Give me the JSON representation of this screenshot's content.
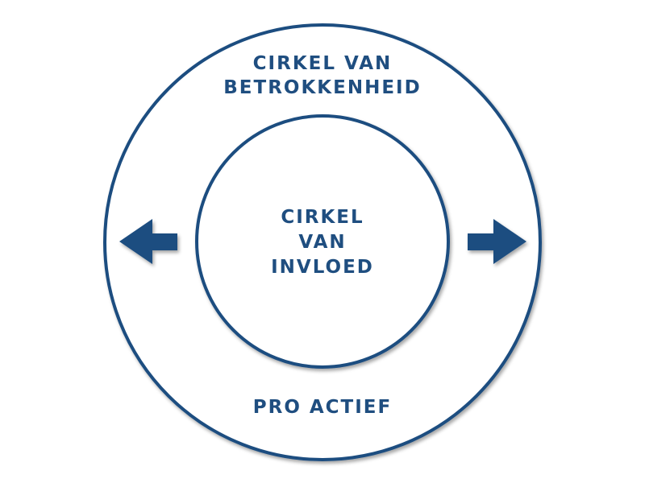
{
  "colors": {
    "primary": "#1f4e80",
    "background": "#ffffff"
  },
  "outer_circle": {
    "label_line1": "CIRKEL VAN",
    "label_line2": "BETROKKENHEID",
    "bottom_label": "PRO ACTIEF"
  },
  "inner_circle": {
    "label_line1": "CIRKEL",
    "label_line2": "VAN",
    "label_line3": "INVLOED"
  },
  "arrows": {
    "left": "arrow-left-icon",
    "right": "arrow-right-icon"
  }
}
